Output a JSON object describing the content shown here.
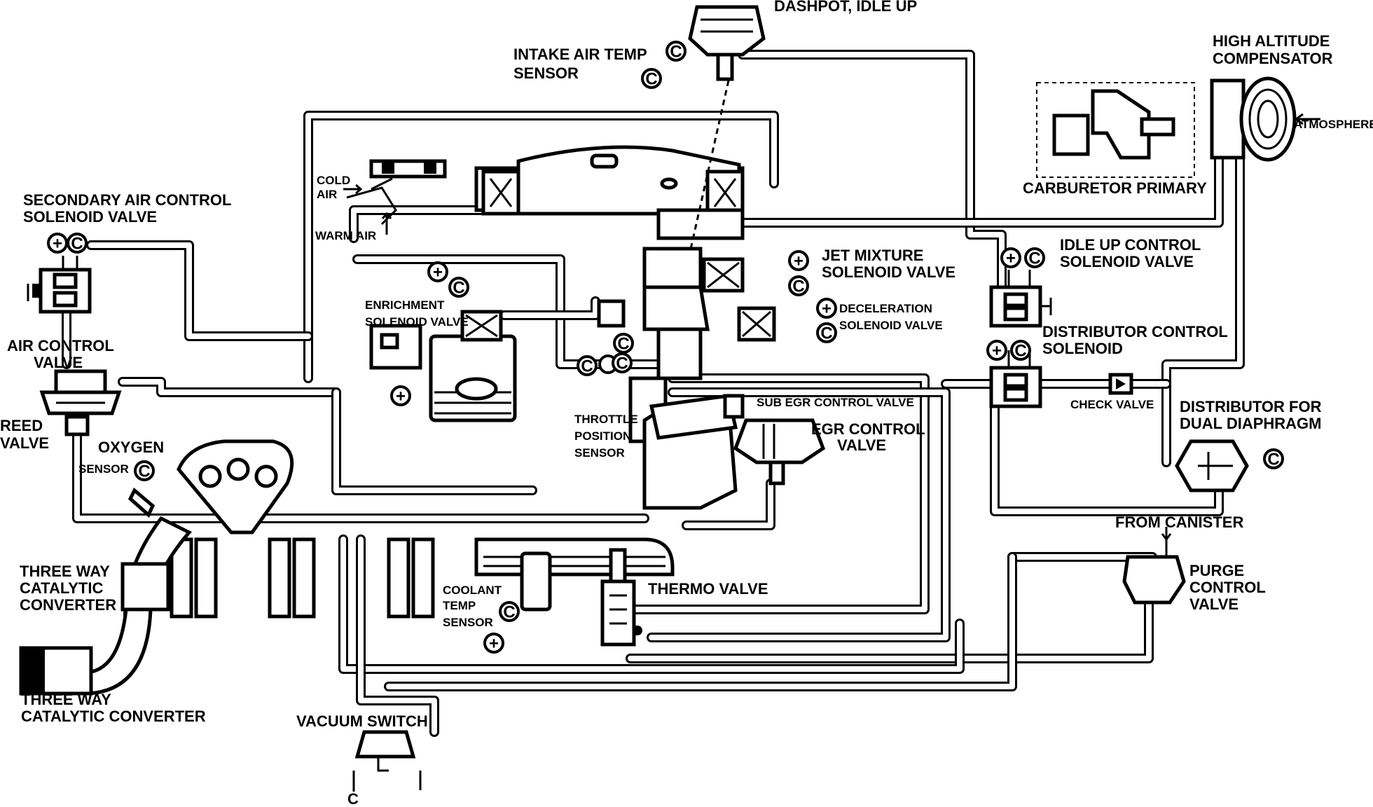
{
  "labels": {
    "dashpot": "DASHPOT, IDLE UP",
    "intake_air_temp_1": "INTAKE  AIR TEMP",
    "intake_air_temp_2": "SENSOR",
    "high_alt_1": "HIGH ALTITUDE",
    "high_alt_2": "COMPENSATOR",
    "atmosphere": "ATMOSPHERE",
    "carb_primary": "CARBURETOR PRIMARY",
    "cold_air_1": "COLD",
    "cold_air_2": "AIR",
    "warm_air": "WARM AIR",
    "sec_air_1": "SECONDARY AIR CONTROL",
    "sec_air_2": "SOLENOID VALVE",
    "air_ctrl_1": "AIR CONTROL",
    "air_ctrl_2": "VALVE",
    "reed_1": "REED",
    "reed_2": "VALVE",
    "oxygen_1": "OXYGEN",
    "oxygen_2": "SENSOR",
    "twc1_1": "THREE WAY",
    "twc1_2": "CATALYTIC",
    "twc1_3": "CONVERTER",
    "twc2_1": "THREE WAY",
    "twc2_2": "CATALYTIC CONVERTER",
    "vacuum_switch": "VACUUM SWITCH",
    "enrich_1": "ENRICHMENT",
    "enrich_2": "SOLENOID VALVE",
    "jet_mix_1": "JET MIXTURE",
    "jet_mix_2": "SOLENOID VALVE",
    "decel_1": "DECELERATION",
    "decel_2": "SOLENOID VALVE",
    "idle_up_1": "IDLE UP CONTROL",
    "idle_up_2": "SOLENOID VALVE",
    "dist_ctrl_1": "DISTRIBUTOR CONTROL",
    "dist_ctrl_2": "SOLENOID",
    "check_valve": "CHECK VALVE",
    "dist_dual_1": "DISTRIBUTOR FOR",
    "dist_dual_2": "DUAL DIAPHRAGM",
    "throttle_1": "THROTTLE",
    "throttle_2": "POSITION",
    "throttle_3": "SENSOR",
    "sub_egr": "SUB EGR CONTROL VALVE",
    "egr_1": "EGR CONTROL",
    "egr_2": "VALVE",
    "from_canister": "FROM CANISTER",
    "purge_1": "PURGE",
    "purge_2": "CONTROL",
    "purge_3": "VALVE",
    "coolant_1": "COOLANT",
    "coolant_2": "TEMP",
    "coolant_3": "SENSOR",
    "thermo_valve": "THERMO VALVE"
  },
  "symbols": {
    "ground_c": "C",
    "plus": "+"
  },
  "colors": {
    "ink": "#000000",
    "paper": "#ffffff"
  }
}
